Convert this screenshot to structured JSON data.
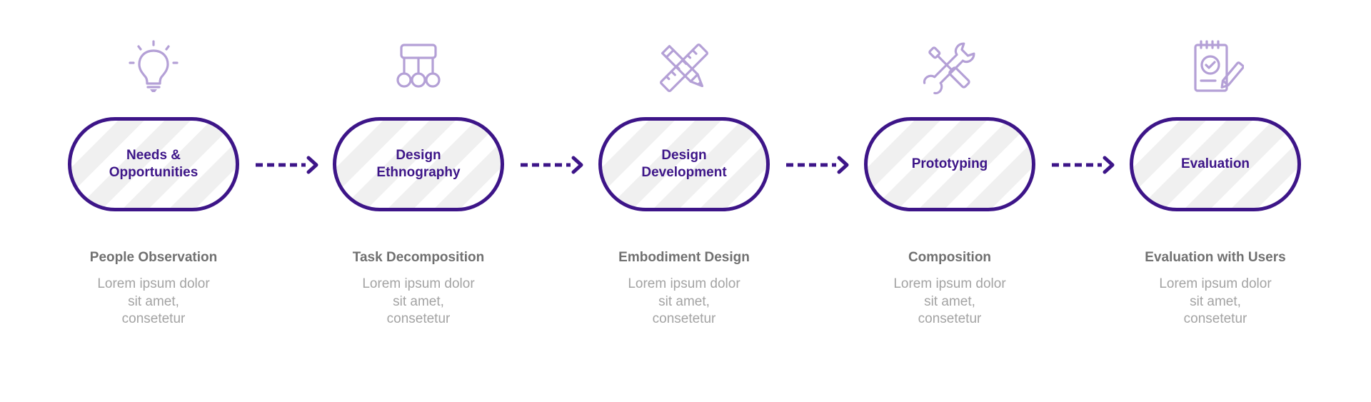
{
  "steps": [
    {
      "icon": "lightbulb-icon",
      "label": "Needs &\nOpportunities",
      "title": "People Observation",
      "description": "Lorem ipsum dolor\nsit amet,\nconsetetur"
    },
    {
      "icon": "hierarchy-icon",
      "label": "Design\nEthnography",
      "title": "Task Decomposition",
      "description": "Lorem ipsum dolor\nsit amet,\nconsetetur"
    },
    {
      "icon": "pencil-ruler-icon",
      "label": "Design\nDevelopment",
      "title": "Embodiment Design",
      "description": "Lorem ipsum dolor\nsit amet,\nconsetetur"
    },
    {
      "icon": "tools-icon",
      "label": "Prototyping",
      "title": "Composition",
      "description": "Lorem ipsum dolor\nsit amet,\nconsetetur"
    },
    {
      "icon": "checklist-edit-icon",
      "label": "Evaluation",
      "title": "Evaluation with Users",
      "description": "Lorem ipsum dolor\nsit amet,\nconsetetur"
    }
  ],
  "colors": {
    "accent": "#3d1588",
    "icon": "#b4a0d6",
    "title": "#707070",
    "description": "#a3a3a3",
    "stripe": "#f0f0f0"
  }
}
